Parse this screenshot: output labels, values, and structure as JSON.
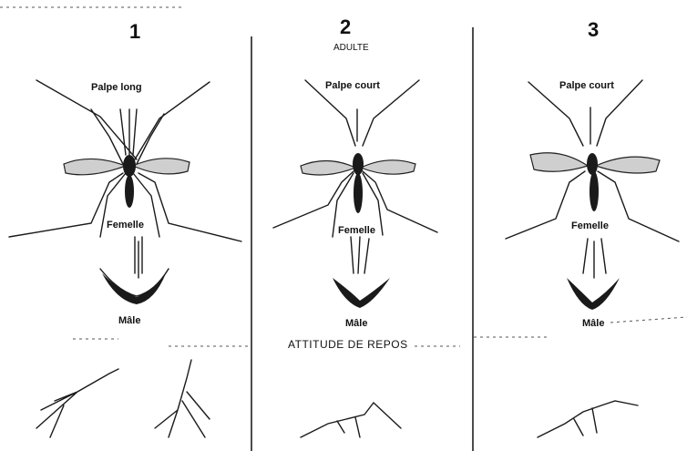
{
  "panels": [
    {
      "number": "1",
      "palp_label": "Palpe long",
      "female_label": "Femelle",
      "male_label": "Mâle"
    },
    {
      "number": "2",
      "header": "ADULTE",
      "palp_label": "Palpe court",
      "female_label": "Femelle",
      "male_label": "Mâle"
    },
    {
      "number": "3",
      "palp_label": "Palpe court",
      "female_label": "Femelle",
      "male_label": "Mâle"
    }
  ],
  "rest_label": "ATTITUDE DE REPOS"
}
